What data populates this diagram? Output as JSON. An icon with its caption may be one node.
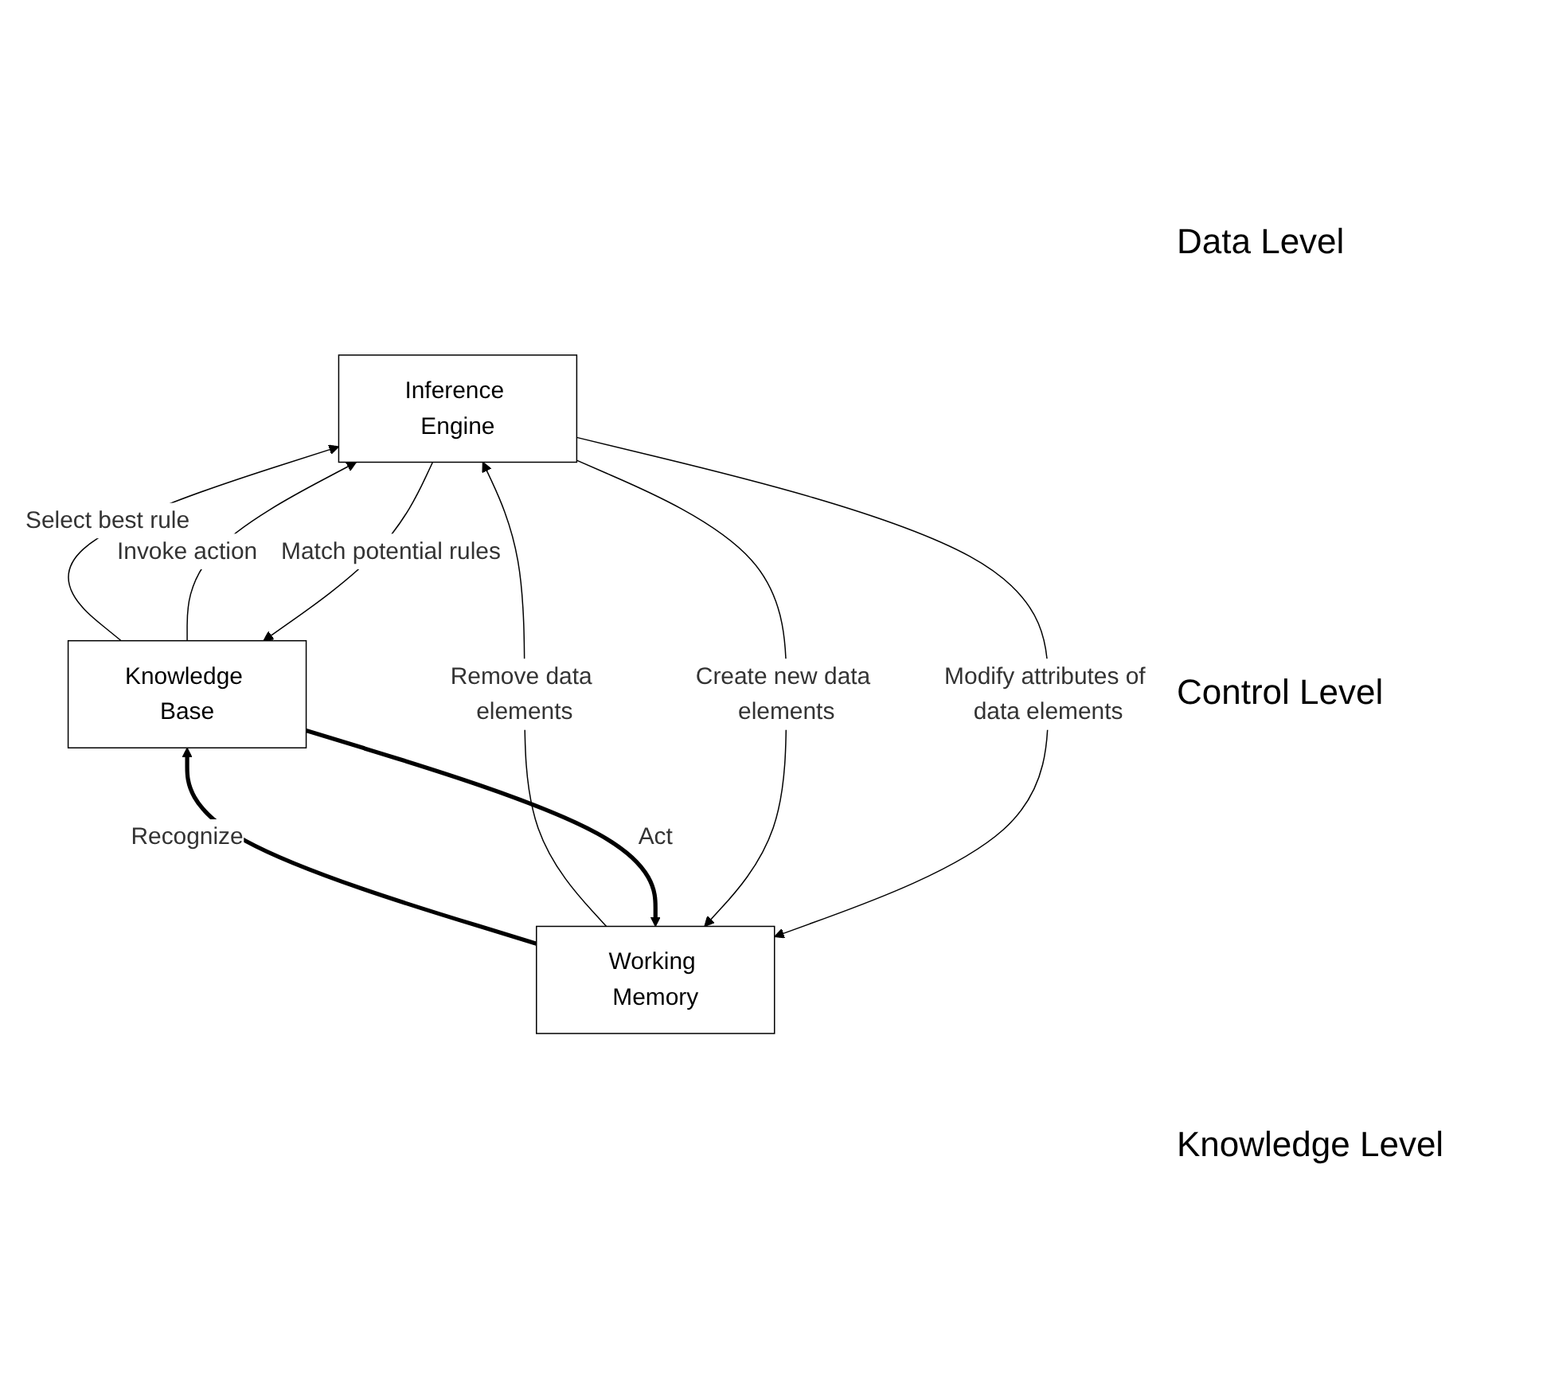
{
  "diagram": {
    "nodes": [
      {
        "text": [
          "Working Memory"
        ]
      },
      {
        "text": [
          "Inference Engine"
        ]
      },
      {
        "text": [
          "Knowledge Base"
        ]
      }
    ],
    "edges": [
      {
        "from": 0,
        "to": 2,
        "arrow": "to",
        "label": "Recognize",
        "style": "thick"
      },
      {
        "from": 2,
        "to": 0,
        "arrow": "to",
        "label": "Act",
        "style": "thick"
      },
      {
        "from": 1,
        "to": 0,
        "arrow": "to",
        "label": "Create new data elements"
      },
      {
        "from": 1,
        "to": 0,
        "arrow": "to",
        "label": "Modify attributes of data elements"
      },
      {
        "from": 0,
        "to": 1,
        "arrow": "to",
        "label": "Remove data elements"
      },
      {
        "from": 1,
        "to": 2,
        "arrow": "to",
        "label": "Match potential rules"
      },
      {
        "from": 2,
        "to": 1,
        "arrow": "to",
        "label": "Select best rule"
      },
      {
        "from": 2,
        "to": 1,
        "arrow": "to",
        "label": "Invoke action"
      }
    ],
    "labels": [
      "Data Level",
      "Control Level",
      "Knowledge Level"
    ]
  }
}
